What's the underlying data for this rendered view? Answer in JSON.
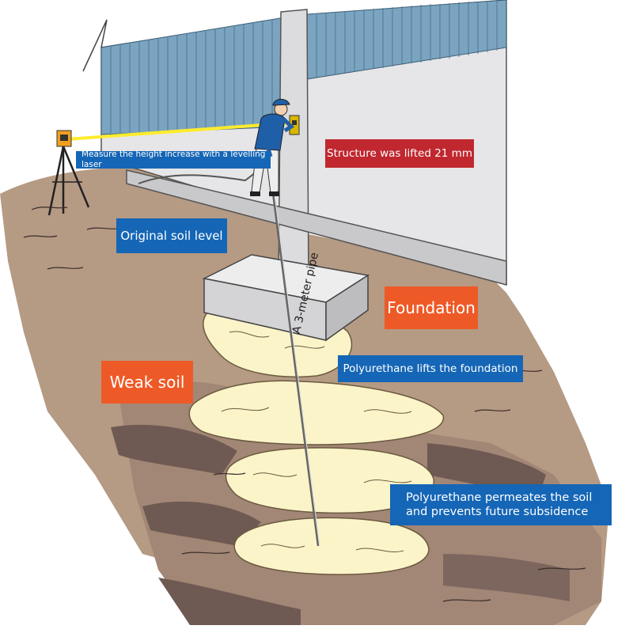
{
  "labels": {
    "measure": "Measure the height increase with a levelling laser",
    "lifted": "Structure was lifted 21 mm",
    "original": "Original soil level",
    "foundation": "Foundation",
    "lifts": "Polyurethane lifts the foundation",
    "weak": "Weak soil",
    "permeates_line1": "Polyurethane permeates the soil",
    "permeates_line2": "and prevents future subsidence",
    "pipe": "A 3-meter pipe"
  },
  "icons": [
    "tripod-laser-icon",
    "worker-icon",
    "laser-receiver-icon",
    "injection-pipe-icon"
  ],
  "colors": {
    "label_blue": "#1566b6",
    "label_red": "#c0272f",
    "label_orange": "#ee5a27",
    "soil": "#b59a84",
    "soil_dark": "#6e5a52",
    "polyurethane": "#fbf4c8",
    "wall_blue": "#7ba4c0",
    "wall_grey": "#e6e6e8",
    "laser": "#ffec2e"
  }
}
